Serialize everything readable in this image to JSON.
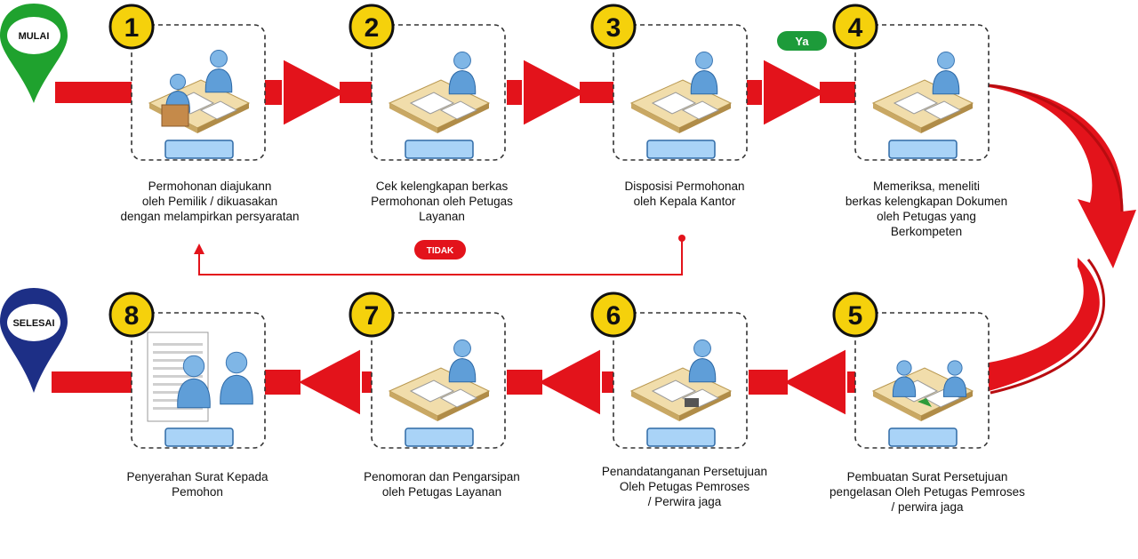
{
  "start_label": "MULAI",
  "end_label": "SELESAI",
  "yes_label": "Ya",
  "no_label": "TIDAK",
  "steps": [
    {
      "num": "1",
      "text": "Permohonan diajukann\noleh Pemilik / dikuasakan\ndengan melampirkan persyaratan"
    },
    {
      "num": "2",
      "text": "Cek kelengkapan berkas\nPermohonan oleh Petugas\nLayanan"
    },
    {
      "num": "3",
      "text": "Disposisi Permohonan\noleh Kepala Kantor"
    },
    {
      "num": "4",
      "text": "Memeriksa, meneliti\nberkas kelengkapan Dokumen\noleh Petugas yang\nBerkompeten"
    },
    {
      "num": "5",
      "text": "Pembuatan Surat Persetujuan\npengelasan Oleh Petugas Pemroses\n/ perwira jaga"
    },
    {
      "num": "6",
      "text": "Penandatanganan Persetujuan\nOleh Petugas Pemroses\n/ Perwira jaga"
    },
    {
      "num": "7",
      "text": "Penomoran dan Pengarsipan\noleh Petugas Layanan"
    },
    {
      "num": "8",
      "text": "Penyerahan Surat Kepada\nPemohon"
    }
  ],
  "colors": {
    "arrow": "#e3131b",
    "badge": "#f5d10c",
    "start_pin": "#1fa22e",
    "end_pin": "#1d2f86",
    "yes": "#1d9b3a",
    "no": "#e3131b",
    "label_box": "#a9d3f7"
  }
}
